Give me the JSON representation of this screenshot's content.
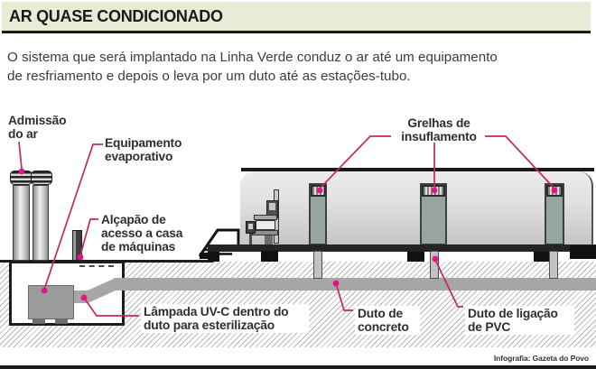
{
  "header": {
    "title": "AR QUASE CONDICIONADO"
  },
  "intro": {
    "line1": "O sistema que será implantado na Linha Verde conduz o ar até um equipamento",
    "line2": "de resfriamento e depois o leva por um duto até as estações-tubo."
  },
  "diagram": {
    "labels": {
      "air_intake": "Admissão do ar",
      "evaporative_unit": "Equipamento evaporativo",
      "machine_room_hatch": "Alçapão de acesso a casa de máquinas",
      "uv_lamp": "Lâmpada UV-C dentro do duto para esterilização",
      "supply_grilles": "Grelhas de insuflamento",
      "concrete_duct": "Duto de concreto",
      "pvc_duct": "Duto de ligação de PVC"
    }
  },
  "credit": "Infografia: Gazeta do Povo",
  "colors": {
    "header_bg": "#e7ecd6",
    "callout_line": "#c22a5e",
    "callout_dot": "#e8118c",
    "duct_gray": "#a6a6a6",
    "pillar_green": "#96a59d",
    "ink": "#1b1b1b"
  }
}
